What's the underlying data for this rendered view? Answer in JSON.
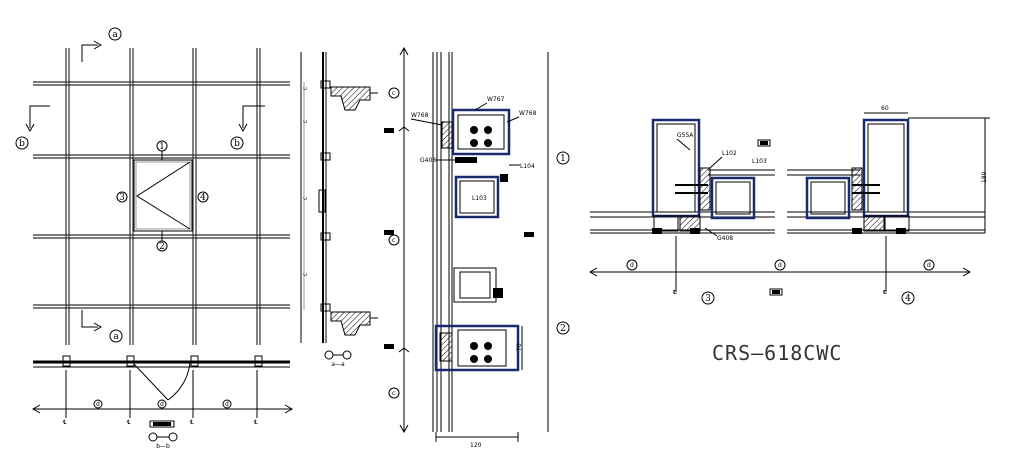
{
  "title": "CRS–618CWC",
  "colors": {
    "line": "#000000",
    "profile": "#1a2a6e",
    "background": "#ffffff"
  },
  "elevation": {
    "section_a_top": "a",
    "section_a_bottom": "a",
    "section_b_left": "b",
    "section_b_right": "b",
    "node_1": "1",
    "node_2": "2",
    "node_3": "3",
    "node_4": "4"
  },
  "plan_section": {
    "dim_left": "d",
    "dim_mid": "d",
    "dim_right": "d",
    "tag": "b—b",
    "cl_1": "℄",
    "cl_2": "℄",
    "cl_3": "℄",
    "cl_4": "℄"
  },
  "vertical_section": {
    "tag": "a—a",
    "dim_1": "c",
    "dim_2": "c",
    "dim_3": "c",
    "dim_4": "c"
  },
  "detail_1_2": {
    "node_1": "1",
    "node_2": "2",
    "W767": "W767",
    "W768_left": "W768",
    "W768_right": "W768",
    "G408": "G408",
    "L104": "L104",
    "L103": "L103",
    "dim_height": "70",
    "dim_width": "120"
  },
  "detail_3_4": {
    "node_3": "3",
    "node_4": "4",
    "G55A": "G55A",
    "L102": "L102",
    "L103": "L103",
    "G408": "G408",
    "dim_60": "60",
    "dim_180": "180",
    "dim_left": "d",
    "dim_mid": "d",
    "dim_right": "d"
  }
}
